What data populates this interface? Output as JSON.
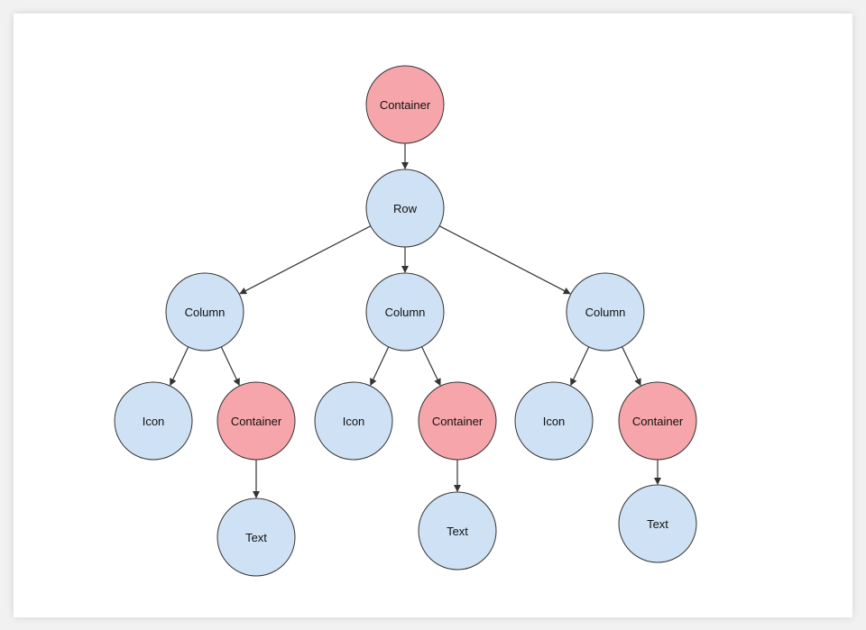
{
  "colors": {
    "container_fill": "#f6a5aa",
    "widget_fill": "#cfe1f5",
    "stroke": "#333333",
    "edge": "#333333"
  },
  "nodes": [
    {
      "id": "container-root",
      "label": "Container",
      "kind": "container"
    },
    {
      "id": "row",
      "label": "Row",
      "kind": "widget"
    },
    {
      "id": "column-1",
      "label": "Column",
      "kind": "widget"
    },
    {
      "id": "column-2",
      "label": "Column",
      "kind": "widget"
    },
    {
      "id": "column-3",
      "label": "Column",
      "kind": "widget"
    },
    {
      "id": "icon-1",
      "label": "Icon",
      "kind": "widget"
    },
    {
      "id": "container-1",
      "label": "Container",
      "kind": "container"
    },
    {
      "id": "icon-2",
      "label": "Icon",
      "kind": "widget"
    },
    {
      "id": "container-2",
      "label": "Container",
      "kind": "container"
    },
    {
      "id": "icon-3",
      "label": "Icon",
      "kind": "widget"
    },
    {
      "id": "container-3",
      "label": "Container",
      "kind": "container"
    },
    {
      "id": "text-1",
      "label": "Text",
      "kind": "widget"
    },
    {
      "id": "text-2",
      "label": "Text",
      "kind": "widget"
    },
    {
      "id": "text-3",
      "label": "Text",
      "kind": "widget"
    }
  ],
  "edges": [
    {
      "from": "container-root",
      "to": "row"
    },
    {
      "from": "row",
      "to": "column-1"
    },
    {
      "from": "row",
      "to": "column-2"
    },
    {
      "from": "row",
      "to": "column-3"
    },
    {
      "from": "column-1",
      "to": "icon-1"
    },
    {
      "from": "column-1",
      "to": "container-1"
    },
    {
      "from": "column-2",
      "to": "icon-2"
    },
    {
      "from": "column-2",
      "to": "container-2"
    },
    {
      "from": "column-3",
      "to": "icon-3"
    },
    {
      "from": "column-3",
      "to": "container-3"
    },
    {
      "from": "container-1",
      "to": "text-1"
    },
    {
      "from": "container-2",
      "to": "text-2"
    },
    {
      "from": "container-3",
      "to": "text-3"
    }
  ]
}
